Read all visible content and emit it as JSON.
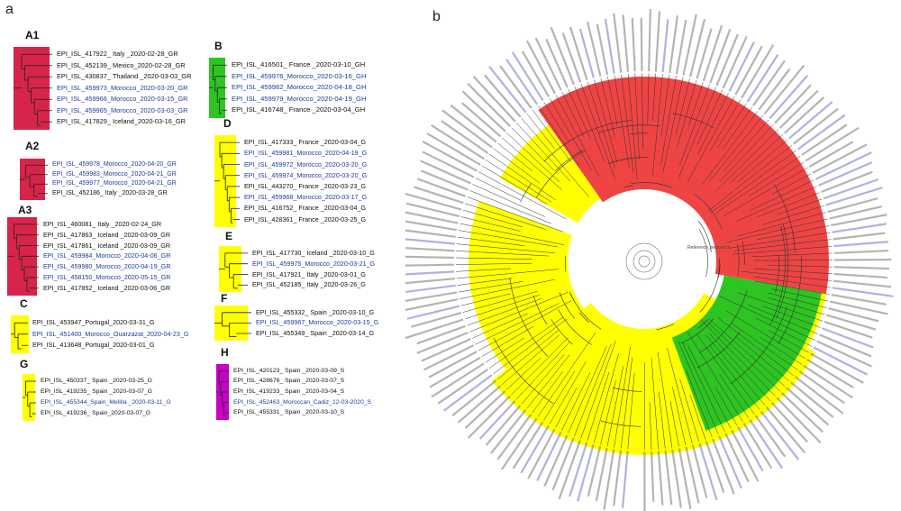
{
  "panel_a": "a",
  "panel_b": "b",
  "colors": {
    "red": "#d6244a",
    "red_b": "#ef4444",
    "yellow": "#ffff00",
    "green": "#2ec422",
    "magenta": "#c800c8",
    "leaf_text": "#111111",
    "moroccan_text": "#1f3c9c"
  },
  "clades": [
    {
      "id": "A1",
      "label": "A1",
      "color": "#d6244a",
      "leaves": [
        {
          "text": "EPI_ISL_417922_ Italy _2020-02-28_GR",
          "mor": false
        },
        {
          "text": "EPI_ISL_452139_ Mexico_2020-02-28_GR",
          "mor": false
        },
        {
          "text": "EPI_ISL_430837_ Thailand _2020-03-03_GR",
          "mor": false
        },
        {
          "text": "EPI_ISL_459973_Morocco_2020-03-20_GR",
          "mor": true
        },
        {
          "text": "EPI_ISL_459966_Morocco_2020-03-15_GR",
          "mor": true
        },
        {
          "text": "EPI_ISL_459965_Morocco_2020-03-03_GR",
          "mor": true
        },
        {
          "text": "EPI_ISL_417829_ Iceland_2020-03-16_GR",
          "mor": false
        }
      ]
    },
    {
      "id": "A2",
      "label": "A2",
      "color": "#d6244a",
      "leaves": [
        {
          "text": "EPI_ISL_459978_Morocco_2020-04-20_GR",
          "mor": true
        },
        {
          "text": "EPI_ISL_459983_Morocco_2020-04-21_GR",
          "mor": true
        },
        {
          "text": "EPI_ISL_459977_Morocco_2020-04-21_GR",
          "mor": true
        },
        {
          "text": "EPI_ISL_452186_ Italy _2020-03-28_GR",
          "mor": false
        }
      ]
    },
    {
      "id": "A3",
      "label": "A3",
      "color": "#d6244a",
      "leaves": [
        {
          "text": "EPI_ISL_460081_ Italy _2020-02-24_GR",
          "mor": false
        },
        {
          "text": "EPI_ISL_417863_ Iceland _2020-03-09_GR",
          "mor": false
        },
        {
          "text": "EPI_ISL_417861_ Iceland _2020-03-09_GR",
          "mor": false
        },
        {
          "text": "EPI_ISL_459984_Morocco_2020-04-06_GR",
          "mor": true
        },
        {
          "text": "EPI_ISL_459980_Morocco_2020-04-19_GR",
          "mor": true
        },
        {
          "text": "EPI_ISL_458150_Morocco_2020-05-15_GR",
          "mor": true
        },
        {
          "text": "EPI_ISL_417852_ Iceland _2020-03-06_GR",
          "mor": false
        }
      ]
    },
    {
      "id": "C",
      "label": "C",
      "color": "#ffff00",
      "leaves": [
        {
          "text": "EPI_ISL_453947_Portugal_2020-03-31_G",
          "mor": false
        },
        {
          "text": "EPI_ISL_451400_Morocco_Ouarzazat_2020-04-23_G",
          "mor": true
        },
        {
          "text": "EPI_ISL_413648_Portugal_2020-03-01_G",
          "mor": false
        }
      ]
    },
    {
      "id": "G",
      "label": "G",
      "color": "#ffff00",
      "leaves": [
        {
          "text": "EPI_ISL_450337_ Spain _2020-03-25_G",
          "mor": false
        },
        {
          "text": "EPI_ISL_419235_ Spain _2020-03-07_G",
          "mor": false
        },
        {
          "text": "EPI_ISL_455344_Spain_Melilla _2020-03-11_G",
          "mor": true
        },
        {
          "text": "EPI_ISL_419236_ Spain_2020-03-07_G",
          "mor": false
        }
      ]
    },
    {
      "id": "B",
      "label": "B",
      "color": "#2ec422",
      "leaves": [
        {
          "text": "EPI_ISL_416501_ France _2020-03-10_GH",
          "mor": false
        },
        {
          "text": "EPI_ISL_459976_Morocco_2020-03-16_GH",
          "mor": true
        },
        {
          "text": "EPI_ISL_459982_Morocco_2020-04-18_GH",
          "mor": true
        },
        {
          "text": "EPI_ISL_459979_Morocco_2020-04-19_GH",
          "mor": true
        },
        {
          "text": "EPI_ISL_416748_ France _2020-03-04_GH",
          "mor": false
        }
      ]
    },
    {
      "id": "D",
      "label": "D",
      "color": "#ffff00",
      "leaves": [
        {
          "text": "EPI_ISL_417333_ France _2020-03-04_G",
          "mor": false
        },
        {
          "text": "EPI_ISL_459981_Morocco_2020-04-19_G",
          "mor": true
        },
        {
          "text": "EPI_ISL_459972_Morocco_2020-03-20_G",
          "mor": true
        },
        {
          "text": "EPI_ISL_459974_Morocco_2020-03-20_G",
          "mor": true
        },
        {
          "text": "EPI_ISL_443270_ France _2020-03-23_G",
          "mor": false
        },
        {
          "text": "EPI_ISL_459968_Morocco_2020-03-17_G",
          "mor": true
        },
        {
          "text": "EPI_ISL_416752_ France _2020-03-04_G",
          "mor": false
        },
        {
          "text": "EPI_ISL_428361_ France _2020-03-25_G",
          "mor": false
        }
      ]
    },
    {
      "id": "E",
      "label": "E",
      "color": "#ffff00",
      "leaves": [
        {
          "text": "EPI_ISL_417730_ Iceland _2020-03-10_G",
          "mor": false
        },
        {
          "text": "EPI_ISL_459975_Morocco_2020-03-21_G",
          "mor": true
        },
        {
          "text": "EPI_ISL_417921_ Italy _2020-03-01_G",
          "mor": false
        },
        {
          "text": "EPI_ISL_452185_ Italy _2020-03-26_G",
          "mor": false
        }
      ]
    },
    {
      "id": "F",
      "label": "F",
      "color": "#ffff00",
      "leaves": [
        {
          "text": "EPI_ISL_455332_ Spain _2020-03-10_G",
          "mor": false
        },
        {
          "text": "EPI_ISL_459967_Morocco_2020-03-15_G",
          "mor": true
        },
        {
          "text": "EPI_ISL_455349_ Spain _2020-03-14_G",
          "mor": false
        }
      ]
    },
    {
      "id": "H",
      "label": "H",
      "color": "#c800c8",
      "leaves": [
        {
          "text": "EPI_ISL_420123_ Spain _2020-03-09_S",
          "mor": false
        },
        {
          "text": "EPI_ISL_428676_ Spain _2020-03-07_S",
          "mor": false
        },
        {
          "text": "EPI_ISL_419233_ Spain _2020-03-04_S",
          "mor": false
        },
        {
          "text": "EPI_ISL_452463_Moroccan_Cadiz_12-03-2020_S",
          "mor": true
        },
        {
          "text": "EPI_ISL_455331_ Spain _2020-03-10_S",
          "mor": false
        }
      ]
    }
  ],
  "circular": {
    "sectors": [
      {
        "name": "red",
        "color": "#ef4444",
        "from": -35,
        "to": 100
      },
      {
        "name": "yellow",
        "color": "#ffff00",
        "from": 100,
        "to": 118
      },
      {
        "name": "yellow",
        "color": "#ffff00",
        "from": -60,
        "to": -35
      },
      {
        "name": "green",
        "color": "#2ec422",
        "from": 232,
        "to": 290
      },
      {
        "name": "yellow",
        "color": "#ffff00",
        "from": 118,
        "to": 232
      }
    ],
    "reference_label": "Reference_sequence"
  }
}
